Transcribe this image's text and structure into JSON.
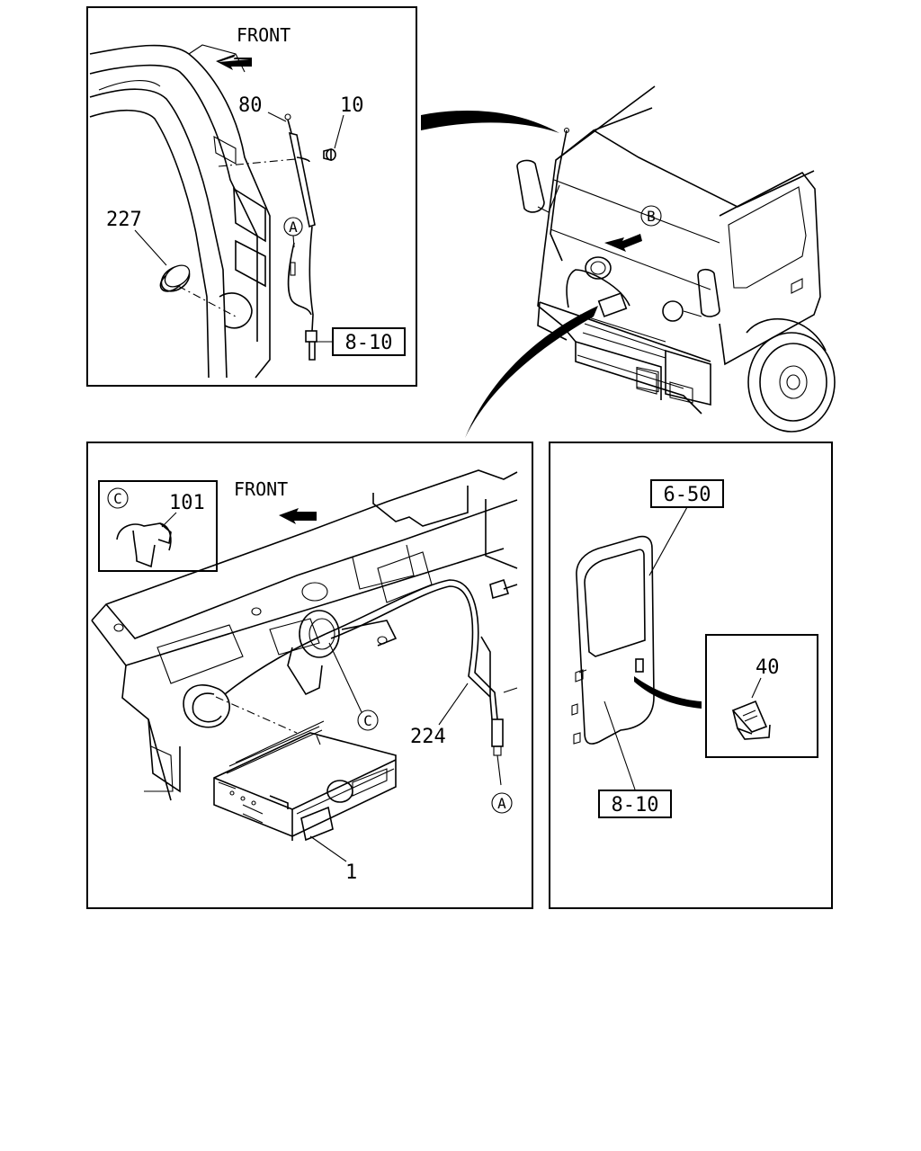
{
  "panels": {
    "antenna": {
      "front_label": "FRONT",
      "parts": [
        "80",
        "10",
        "227"
      ],
      "circle_ref": "A",
      "ref_box": "8-10"
    },
    "truck": {
      "circle_ref": "B"
    },
    "radio": {
      "front_label": "FRONT",
      "inset_circle": "C",
      "inset_part": "101",
      "callout_circle": "C",
      "cable_part": "224",
      "circle_ref": "A",
      "unit_part": "1"
    },
    "door": {
      "ref_box_top": "6-50",
      "ref_box_bottom": "8-10",
      "clip_part": "40"
    }
  }
}
